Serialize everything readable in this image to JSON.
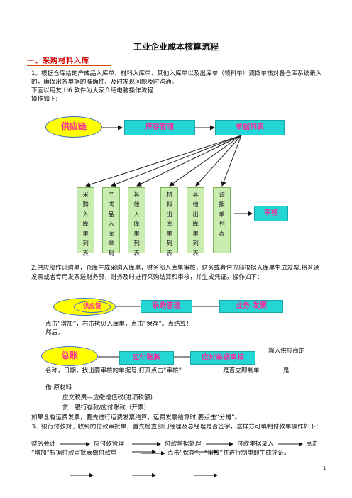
{
  "doc": {
    "title": "工业企业成本核算流程",
    "section1": "一、采购材料入库",
    "para1": "1。根据仓库给的产成品入库单、材料入库单、其他入库单以及出库单（领料单）调拨单核对各仓库系统录入的，确保出各单据的准确性、及时发现问题及时沟通。",
    "para1b": "下面以用友 U6 软件为大家介绍电脑操作流程",
    "para1c": "操作如下:",
    "para2": "2.供应部作订购单，仓库生成采购入库单，财务部入库单审核，财务或者供应部根据入库单生成发票,将普通发票或者专用发票送财务部，财务及时进行采购结算和审核，并生成凭证。操作如下：",
    "line3a": "点击“增加”，右击拷贝入库单，点击“保存”。点结算！",
    "line3b": "然后，",
    "line4_right": "输入供应商的",
    "line4_left": "名称，日期，找出要审核的单据号,打开点击“审核”",
    "line4_mid": "是否立即制单",
    "line4_end": "是",
    "jie": "借:原材料",
    "tax": "应交税费—应缴增值税(进项税额)",
    "dai": "贷：银行存款/应付账款（开票）",
    "freight": "如果含有运费发票，要先进行运费发票结算，运费发票结算时,要点击“分摊”。",
    "item3": "3、银行付款对于收到的付款审批单，首先检查部门经理及总经理是否签字，这样方可填制付款单操作如下：",
    "flow1": [
      "财务会计",
      "应付款管理",
      "付款单据处理",
      "付款单据录入",
      "点击"
    ],
    "flow2a": "“增加”根据付款审批表做付款单",
    "flow2b": "点击“保存”、“审核”并进行制单即生成凭证。",
    "page": "1"
  },
  "diagram1": {
    "ellipse": "供应链",
    "box1": "库存管理",
    "box2": "单据列表",
    "docs": [
      [
        "采",
        "购",
        "入",
        "库",
        "单",
        "列",
        "表"
      ],
      [
        "产",
        "成",
        "品",
        "入",
        "库",
        "单",
        "列"
      ],
      [
        "其",
        "他",
        "入",
        "库",
        "单",
        "列",
        "表"
      ],
      [
        "材",
        "料",
        "出",
        "库",
        "单",
        "列",
        "表"
      ],
      [
        "其",
        "他",
        "出",
        "库",
        "单",
        "列",
        "表"
      ],
      [
        "调",
        "拨",
        "单",
        "列",
        "表"
      ]
    ],
    "audit": "审核"
  },
  "diagram2": {
    "ellipse_outer": "",
    "ellipse_inner": "供应链",
    "box1": "采购管理",
    "box2": "业务-发票"
  },
  "diagram3": {
    "ellipse": "总账",
    "box1": "应付账款",
    "box2": "应付单据审核"
  },
  "colors": {
    "cyan": "#22d6d6",
    "yellow": "#ffff00",
    "magenta": "#ff2a9a",
    "green": "#c9ecb1",
    "section_red": "#cc0000"
  }
}
